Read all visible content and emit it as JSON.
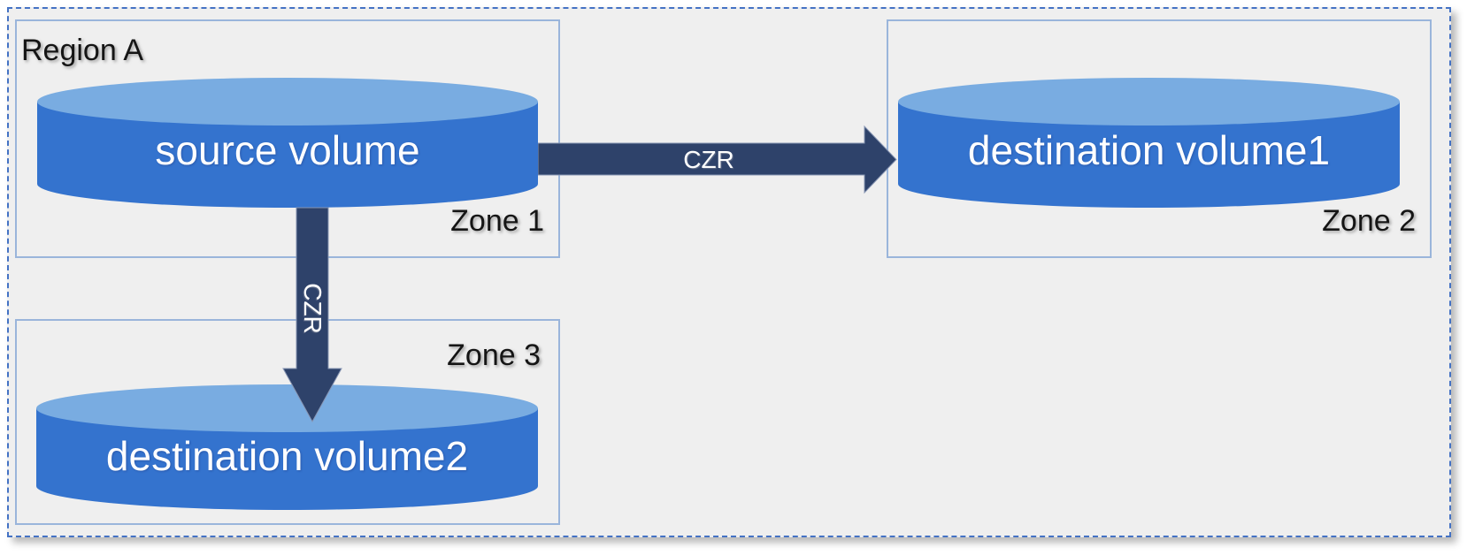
{
  "diagram": {
    "type": "architecture-diagram",
    "region": {
      "label": "Region A"
    },
    "zones": [
      {
        "label": "Zone 1"
      },
      {
        "label": "Zone 2"
      },
      {
        "label": "Zone 3"
      }
    ],
    "volumes": [
      {
        "label": "source volume",
        "zone": "Zone 1",
        "shape": "cylinder"
      },
      {
        "label": "destination volume1",
        "zone": "Zone 2",
        "shape": "cylinder"
      },
      {
        "label": "destination volume2",
        "zone": "Zone 3",
        "shape": "cylinder"
      }
    ],
    "arrows": [
      {
        "label": "CZR",
        "from": "source volume",
        "to": "destination volume1",
        "orientation": "horizontal"
      },
      {
        "label": "CZR",
        "from": "source volume",
        "to": "destination volume2",
        "orientation": "vertical"
      }
    ],
    "colors": {
      "cylinder_body": "#3473CE",
      "cylinder_top": "#79ACE1",
      "arrow_fill": "#2E426A",
      "arrow_edge": "#8795B3",
      "zone_border": "#9AB5DB",
      "region_border": "#4472C4",
      "background": "#EFEFEF"
    }
  }
}
